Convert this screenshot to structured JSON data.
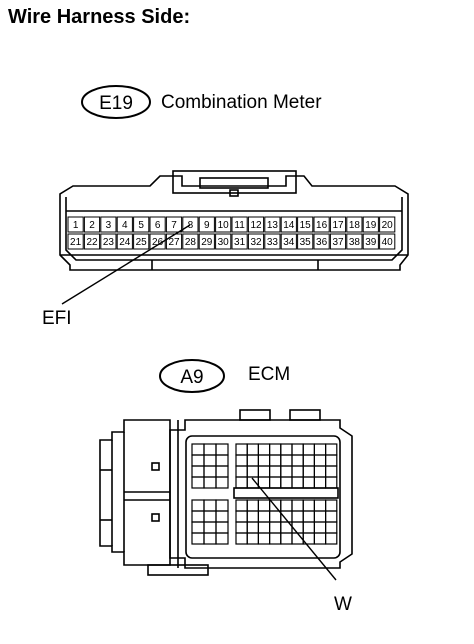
{
  "header": {
    "title": "Wire Harness Side:"
  },
  "connector_e19": {
    "code": "E19",
    "name": "Combination Meter",
    "pins_row1": [
      "1",
      "2",
      "3",
      "4",
      "5",
      "6",
      "7",
      "8",
      "9",
      "10",
      "11",
      "12",
      "13",
      "14",
      "15",
      "16",
      "17",
      "18",
      "19",
      "20"
    ],
    "pins_row2": [
      "21",
      "22",
      "23",
      "24",
      "25",
      "26",
      "27",
      "28",
      "29",
      "30",
      "31",
      "32",
      "33",
      "34",
      "35",
      "36",
      "37",
      "38",
      "39",
      "40"
    ],
    "callout": {
      "label": "EFI",
      "pin": "8"
    }
  },
  "connector_a9": {
    "code": "A9",
    "name": "ECM",
    "callout": {
      "label": "W"
    }
  }
}
